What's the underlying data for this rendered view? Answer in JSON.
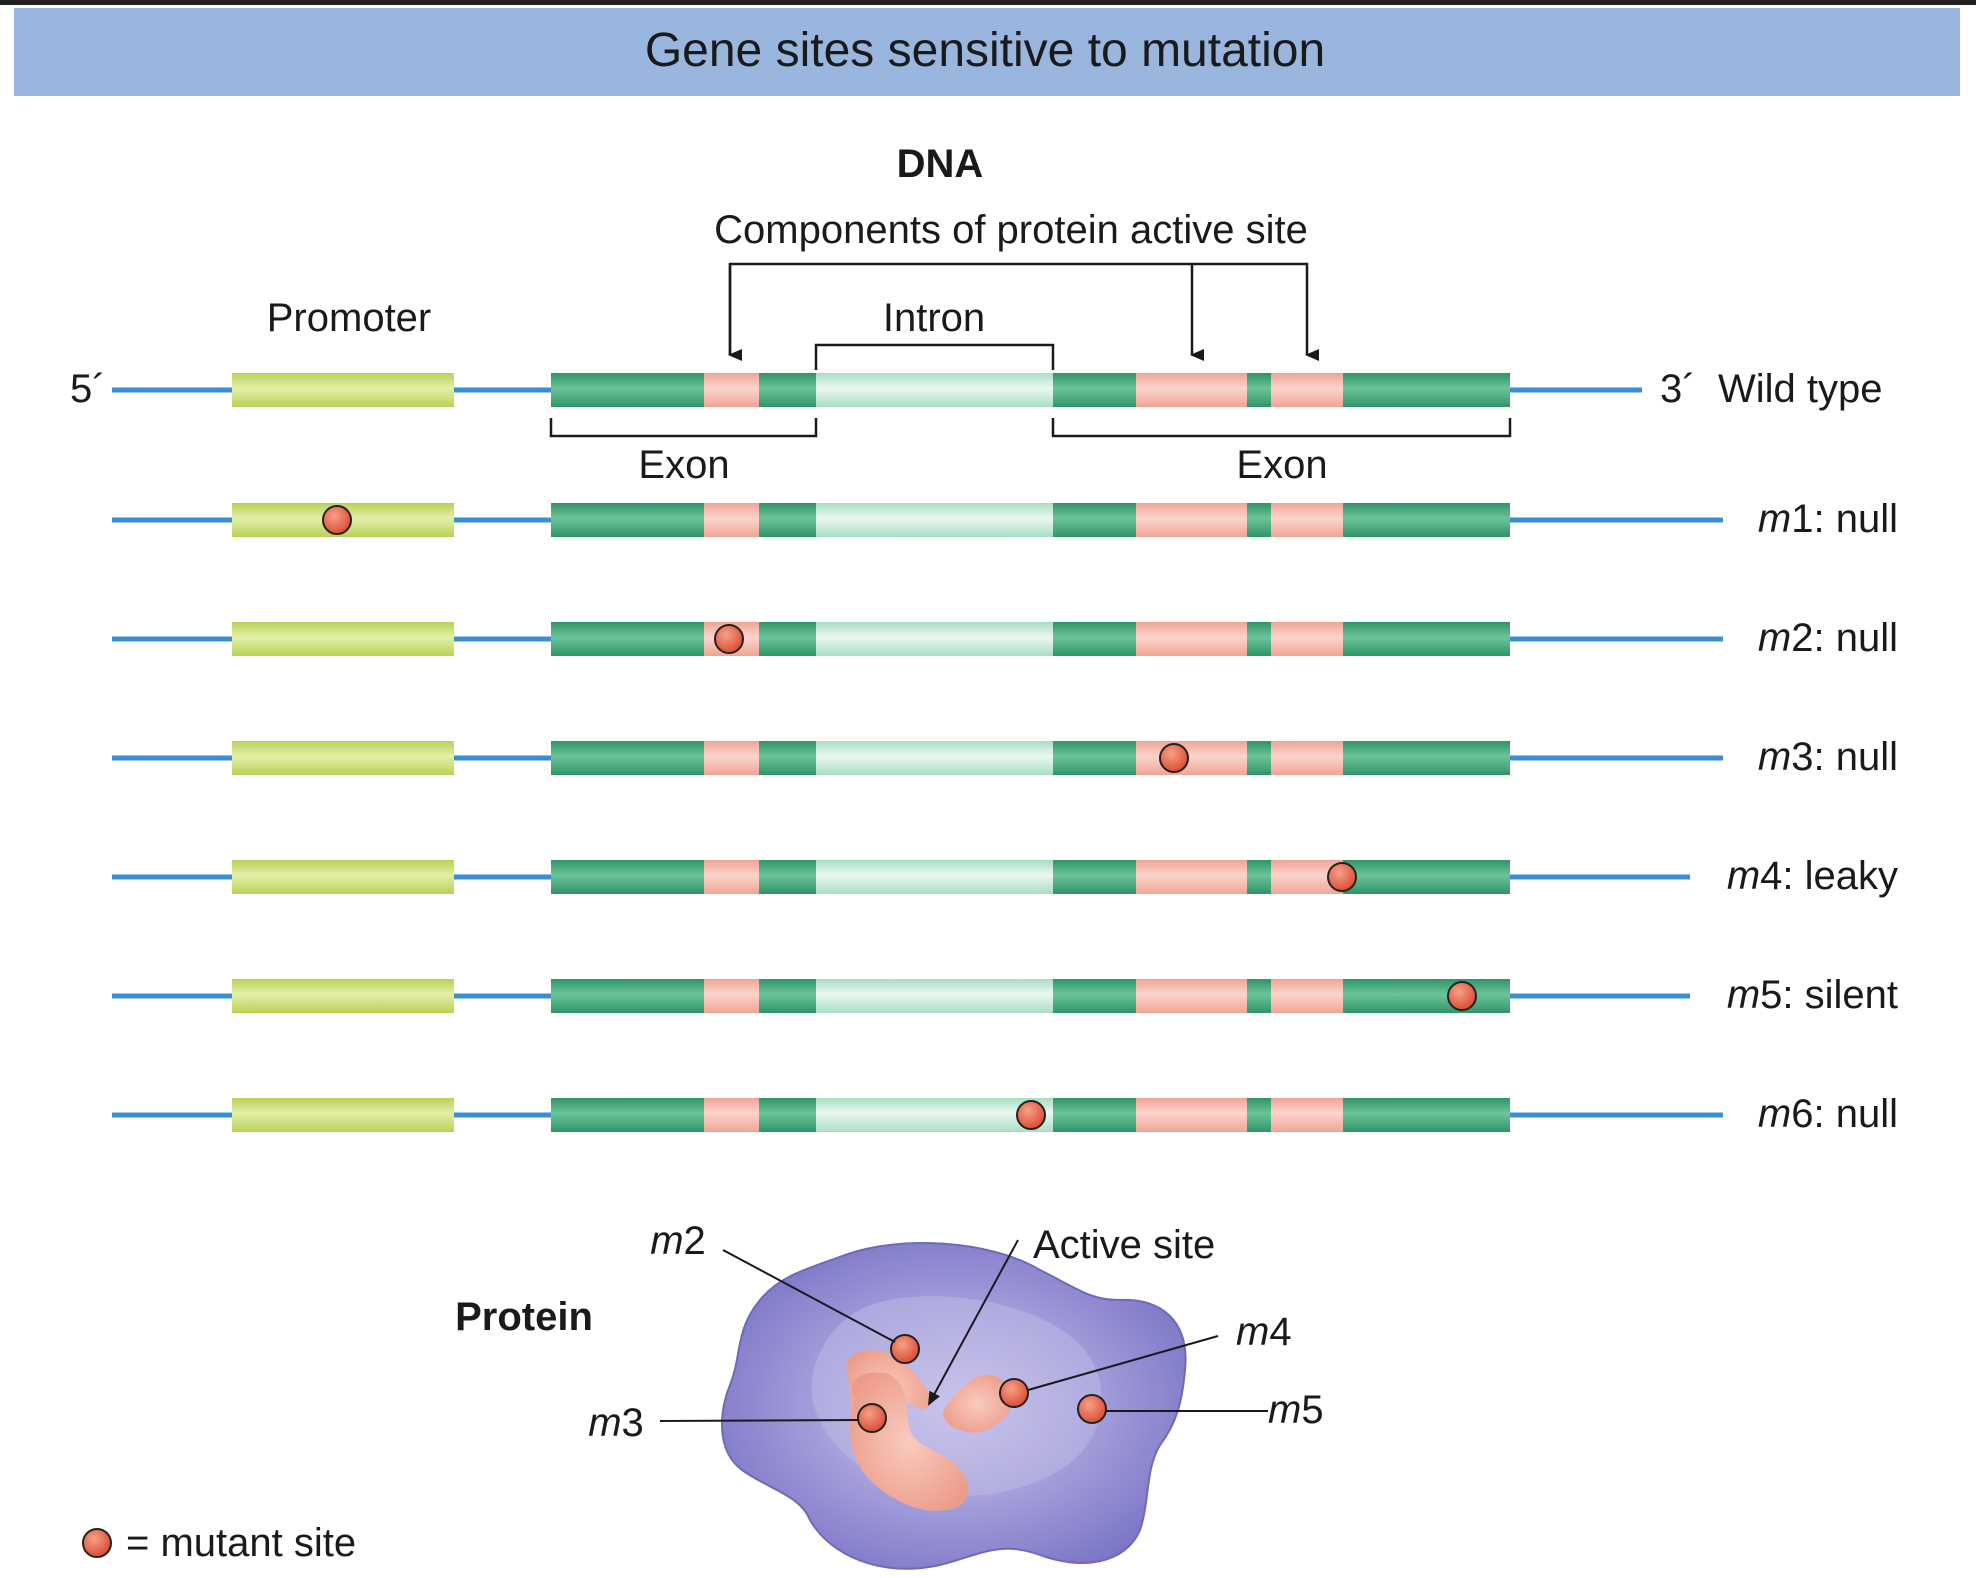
{
  "title": "Gene sites sensitive to mutation",
  "dna": {
    "heading": "DNA",
    "active_site_label": "Components of protein active site",
    "promoter_label": "Promoter",
    "intron_label": "Intron",
    "exon_left_label": "Exon",
    "exon_right_label": "Exon",
    "five_prime": "5´",
    "three_prime": "3´",
    "wild_type_label": "Wild type"
  },
  "mutants": [
    {
      "name": "m",
      "num": "1",
      "effect": ": null",
      "site": "promoter"
    },
    {
      "name": "m",
      "num": "2",
      "effect": ": null",
      "site": "active-site-1"
    },
    {
      "name": "m",
      "num": "3",
      "effect": ": null",
      "site": "active-site-2"
    },
    {
      "name": "m",
      "num": "4",
      "effect": ": leaky",
      "site": "active-site-3-edge"
    },
    {
      "name": "m",
      "num": "5",
      "effect": ": silent",
      "site": "exon-end"
    },
    {
      "name": "m",
      "num": "6",
      "effect": ": null",
      "site": "intron-exon-junction"
    }
  ],
  "protein": {
    "heading": "Protein",
    "active_site_label": "Active site",
    "labels": {
      "m2": {
        "name": "m",
        "num": "2"
      },
      "m3": {
        "name": "m",
        "num": "3"
      },
      "m4": {
        "name": "m",
        "num": "4"
      },
      "m5": {
        "name": "m",
        "num": "5"
      }
    }
  },
  "legend": {
    "text": "= mutant site"
  },
  "colors": {
    "title_bar": "#99b6de",
    "dna_line": "#3a8fd4",
    "promoter": "#c6dc6e",
    "exon": "#3da374",
    "intron": "#c2e8d6",
    "active_site": "#f2b1a4",
    "mutant": "#e5654a",
    "protein": "#8b87cf"
  }
}
